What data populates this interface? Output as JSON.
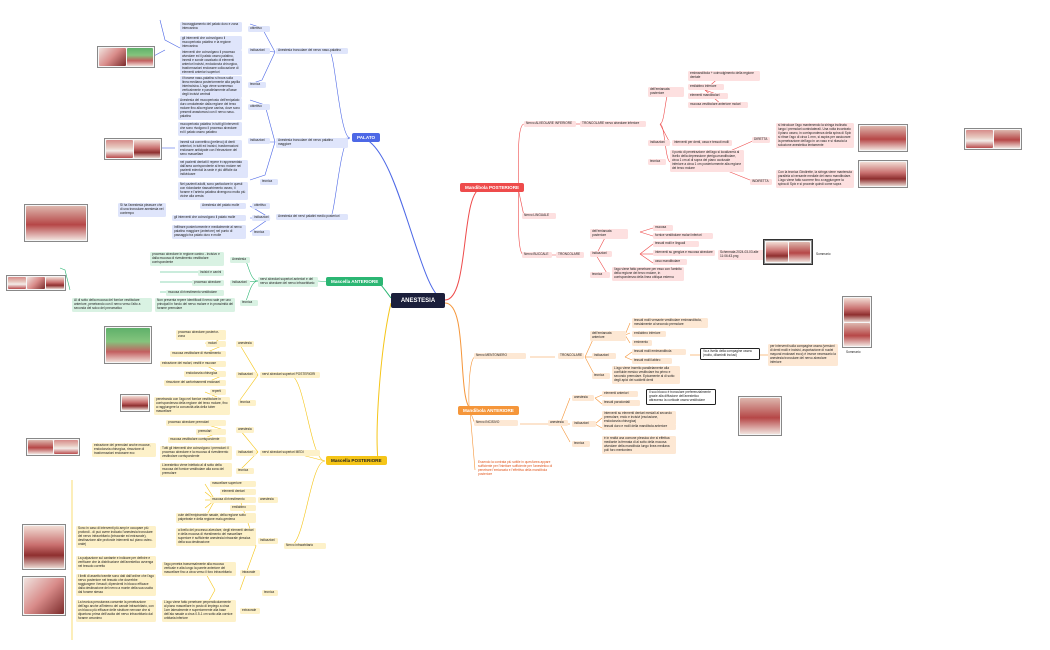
{
  "root": "ANESTESIA",
  "branches": {
    "palato": "PALATO",
    "mascella_anteriore": "Mascella ANTERIORE",
    "mascella_posteriore": "Mascella POSTERIORE",
    "mandibola_posteriore": "Mandibola POSTERIORE",
    "mandibola_anteriore": "Mandibola ANTERIORE"
  },
  "palato": {
    "nasopalatino": {
      "title": "Anestesia tronculare del nervo naso-palatino",
      "obiettivo": "obiettivo",
      "obiettivo_text": "Incoraggiamento del palato duro e zona intercanina",
      "indicazioni": "indicazioni",
      "indicazioni_text": "gli interventi che coinvolgono il mucoperiosto palatino e la regione intercanina",
      "ind_text2": "interventi che coinvolgano il processo alveolare ed il palato osseo palatino, innesti e sonde cavalcato di elementi anteriori incisivi, endodonzia chirurgica, trasformazioni endossee collocazione di elementi anteriori superiori",
      "tecnica": "tecnica",
      "tecnica_text": "il forame naso-palatino si trova sulla linea mediana posteriormente alla papilla interincisiva. L'ago viene sommesso verticalmente e parallelamente all'asse degli incisivi centrali"
    },
    "palatino_maggiore": {
      "title": "Anestesia tronculare del nervo palatino maggiore",
      "obiettivo": "obiettivo",
      "obiettivo_text": "Anestesia del mucoperiosto dell'emipalato duro omolaterale dalla regione del terzo molare fino alla regione canina, dove sono presenti anastomosi con il nervo naso-palatino",
      "indicazioni": "indicazioni",
      "indicazioni_text": "mucoperiosto palatino in tutti gli interventi che sono rivolgono il processo alveolare ed il palato osseo palatino",
      "ind_text2": "innesti sul connettivo (prelievo) di denti anteriori, in tutti ed incisivi, trasformazioni endossee anticipate con l'elevazione del seno mascellare",
      "tecnica": "tecnica",
      "tecnica_text": "nei pazienti dentati il repere è rappresentato dall'area corrispondente al terzo molare nei pazienti edentuli la sede è più difficile da individuare",
      "tec_text2": "Nei pazienti adulti, sono particolare in questi con ridondante riassorbimento osseo, il forame e l'arteria palatina divengono molto più vicine alla cresta"
    },
    "palatini_medi": {
      "title": "Anestesia dei nervi palatini medio posteriori",
      "obiettivo": "obiettivo",
      "obiettivo_text": "Anestesia del palato molle",
      "indicazioni": "indicazioni",
      "indicazioni_text": "gli interventi che coinvolgono il palato molle",
      "tecnica": "tecnica",
      "tecnica_text": "Infiltrare posteriormente e medialmente al nervo palatino maggiore (anteriore) nel punto di passaggio tra palato duro e molle",
      "photo_note": "Si ha l'anestesia pleasure che di una tronculare anestesia nel contempo"
    }
  },
  "mascella_anteriore": {
    "title": "nervi alveolari superiori anteriori e del nervo alveolare del nervo infraorbitario",
    "anestesia": "Anestesia",
    "anestesia_text": "processo alveolare in regione canino - incisivo e dalla mucosa di rivestimento vestibolare corrispondente",
    "indicazioni": "indicazioni",
    "ind_items": [
      "incisivi e canini",
      "processo alveolare",
      "mucosa di rivestimento vestibolare"
    ],
    "tecnica": "tecnica",
    "tecnica_text": "Non presenta repere identificati il nervo sale per uno principali in fondo del nervo molare e in prossimità del forame premolare",
    "photo_note": "Al di sotto della mucosa del fornice vestibolare anteriore, penetrando con il nervo verso l'alto a seconda del solco del pneumatico"
  },
  "mascella_posteriore": {
    "nasps": {
      "title": "nervi alveolari superiori POSTERIORI",
      "anestesia": "anestesia",
      "items": [
        "processo alveolare posterior- zona",
        "molari",
        "mucosa vestibolare di rivestimento"
      ],
      "indicazioni": "indicazioni",
      "ind_items": [
        "estrazione dei molari, vestiti e mucose",
        "endodonzia chirurgica",
        "rimozione del carfortnamenti endossei"
      ],
      "tecnica": "tecnica",
      "tecnica_items": [
        "reperti",
        "penetrando con l'ago nel fornice vestibolare in corrispondenza della regione del terzo molare, fino a raggiungere la concavità alta della tuber mascellare"
      ]
    },
    "nasm": {
      "title": "nervi alveolari superiori MEDI",
      "anestesia": "anestesia",
      "items": [
        "processo alveolare premolari",
        "premolari",
        "mucosa vestibolare corrispondente"
      ],
      "indicazioni": "indicazioni",
      "ind_text": "Tutti gli interventi che coinvolgono i premolari: il processo alveolare e la mucosa di rivestimento vestibolare corrispondente",
      "tecnica": "tecnica",
      "tecnica_text": "L'anestetico viene iniettato al di sotto della mucosa del fornice vestibolare alla zona del premolare",
      "side_note": "estrazione dei premolari anche mucose, endodonzia chirurgica, rimozione di trasformazioni endossee ecc"
    },
    "infraorbitario": {
      "title": "Nervo infraorbitario",
      "anestesia": "anestesia",
      "items": [
        "mascellare superiore",
        "elementi dentari",
        "mucosa di rivestimento",
        "emilabbro",
        "cute dell'emipiramide nasale, della regione sotto palpebrale e della regione malo-geniena"
      ],
      "indicazioni": "indicazioni",
      "ind_text": "a livello del processo alveolare, degli elementi dentari e della mucosa di rivestimento del mascellare superiore è sufficiente anestesia intraorale plessica della sua destinazione",
      "tecnica": "tecnica",
      "intraorale": "intraorale",
      "intraorale_text": "l'ago penetra trasversalmente alla mucosa verticale e alta lungo la parete anteriore del mascellare fino a circa verso il foro infraorbitario",
      "extraorale": "extraorale",
      "extraorale_text": "L'ago viene fatto penetrare perpendicolarmente al piano mascellare in posto di impiego a circa 1cm lateralmente e superiormente alla base dell'ala nasale a circa 0.5-1 cm sotto alla cornice orbitaria inferiore",
      "note1": "Sono in caso di interventi più ampi e occupare più profondi - di può avere indicato l'anestesia tronculare del nervo infraorbitario (intraorale ed extraorale), destinazione alle profonde interventi sul piano osteo-orale)",
      "note2": "La palpazione sul cantante e indicare per definire e verificare che la distribuzione dell'anestetico avvenga nel tessuto corretto",
      "note3": "I limiti di assetto tramite sono dati dall'ordine che l'ago nervo posteriore nel tessuto che dovrebbe raggiungere i tessuti; dipendenti in blocco efficace dalla destinazione del nervo a monte della sua uscita dal forame stesso",
      "note4": "La tecnica percutanea consente la penetrazione dell'ago anche all'interno del canale infraorbitario, con un blocco più efficace delle strutture nervose che si dipartono prima dell'uscita del nervo infraorbitario dal forame omonimo"
    }
  },
  "mandibola_posteriore": {
    "nervo_alveolare": {
      "title": "Nervo ALVEOLARE INFERIORE",
      "tronculare": "TRONCOLARE nervo alveolare inferiore",
      "anestesia_label": "dell'emiarcata posteriore",
      "items": [
        "emimandibola + coinvolgimento della regione dentale",
        "emilabbro inferiore",
        "elementi mandibolari",
        "mucosa vestibolare anteriore molari"
      ],
      "indicazioni": "indicazioni",
      "ind_text": "interventi per denti, ossa e tessuti molli",
      "tecnica": "tecnica",
      "tecnica_text": "il punto di penetrazione dell'ago si localizzerà al livello della depressione pterigo-mandibolare, circa 1 cm al di sopra del piano occlusale inferiore a circa 1 cm posteriormente alla regione del terzo molare",
      "diretta": "DIRETTA",
      "diretta_text": "si introduce l'ago mantenendo la siringa inclinata lungo i premolari controlaterali. Una volta incontrato il piano osseo, in corrispondenza della spina di Spix si ritrae l'ago di circa 1 mm, si aspira per assicurare la penetrazione dell'ago in un vaso e si rilascia la soluzione anestetica lentamente",
      "indiretta": "INDIRETTA",
      "indiretta_text": "Con la tecnica Gindirette, la siringa viene mantenuta parallela al versante mediale del ramo mandibolare. L'ago viene fatto scorrere fino a raggiungere la spina di Spix e si procede quindi come sopra"
    },
    "linguale": "Nervo LINGUALE",
    "buccale": {
      "title": "Nervo BUCCALE",
      "tronculare": "TRONCOLARE",
      "anestesia": "dell'emiarcata posteriore",
      "items": [
        "mucosa",
        "fornice vestibolare molari inferiori"
      ],
      "indicazioni": "indicazioni",
      "ind_items": [
        "tessuti molli e linguali",
        "interventi su gengiva e mucosa alveolare",
        "osso mandibolare"
      ],
      "timestamp": "Schermata 2024-03-03 alle 11:06:43.png",
      "tecnica": "tecnica",
      "tecnica_text": "l'ago viene fatto penetrare per esso con l'ambito della regione del terzo molare, in corrispondenza della linea obliqua esterna",
      "photo_caption": "Sommario"
    }
  },
  "mandibola_anteriore": {
    "mentoniero": {
      "title": "Nervo MENTONIERO",
      "tronculare": "TRONCOLARE",
      "anestesia": "dell'emiarcata anteriore",
      "items": [
        "tessuti molli versante vestibolare emimandibola, mesialmente al secondo premolare",
        "emilabbro inferiore",
        "emimento"
      ],
      "indicazioni": "indicazioni",
      "ind_items": [
        "tessuti molli emimandibola",
        "tessuti molli labbro"
      ],
      "tecnica": "tecnica",
      "tecnica_text": "L'ago viene inserito parallelamente alla confluide mesioo vestibolare tra primo e secondo premolare. Epicamente al di sotto degli apici dei suddetti denti",
      "box_text": "Va a livello della compagine ossea (molto, dilaminiti inclusi)",
      "side_text": "per interventi sulla compagine ossea (versioni di denti molli e incisivi, asportazione di nuclei mayoral endossei eccc) è invece necessario la anestesia tronculare del nervo alveolare inferiore",
      "photo_caption": "Sommario"
    },
    "incisivo": {
      "title": "Nervo INCISIVO",
      "anestesia_label": "anestesia",
      "anestesia2": "anestesia",
      "items": [
        "elementi anteriori",
        "tessuti parodontali"
      ],
      "box_text": "Il suo blocco è tronculare preferenzialmente grazie alla diffusione dell'anestetico attraverso la corticale ossea vestibolare",
      "indicazioni": "indicazioni",
      "ind_items": [
        "interventi su elementi dentari mesiali al secondo premolare, endo e incisivi (esclusione, endodonzia chirurgica)",
        "tessuti duro e molli della mandibola anteriore"
      ],
      "tecnica": "tecnica",
      "tecnica_text": "è in realtà una comune plessica che si effettua mediante la fermata di al sotto della mucosa alveolare della mandibola lungo linea mediana poli foro mentoniero"
    },
    "note": "Essendo la contrata più sottile in quest'area appare sufficiente per l'iniettore sufficiente per l'anestetico di penetrare l'emiarcata e l'effettiva della mandibola posteriore"
  }
}
